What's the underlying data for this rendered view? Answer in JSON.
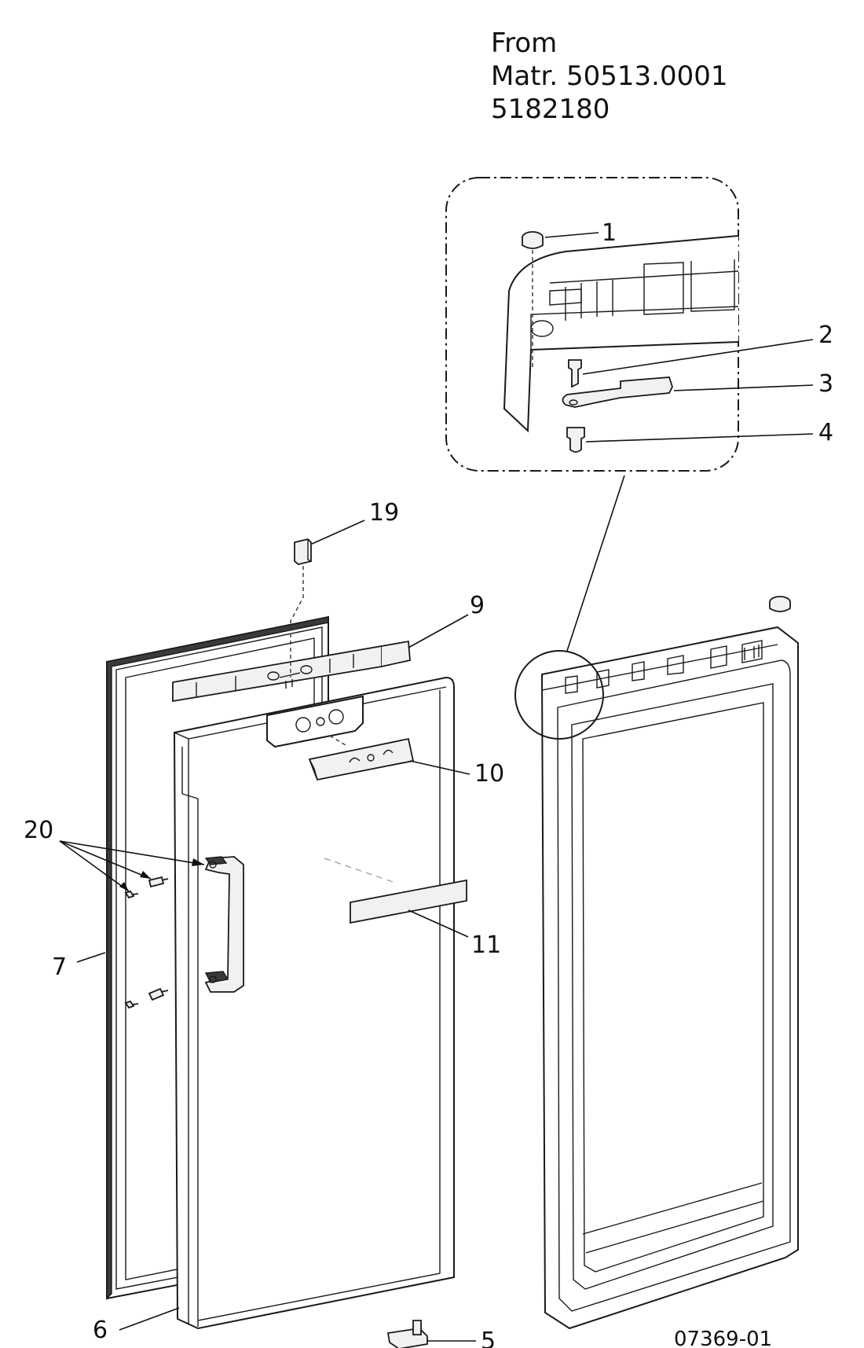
{
  "header_note": {
    "line1": "From",
    "line2": "Matr. 50513.0001",
    "line3": "5182180"
  },
  "callouts": {
    "c1": "1",
    "c2": "2",
    "c3": "3",
    "c4": "4",
    "c5": "5",
    "c6": "6",
    "c7": "7",
    "c9": "9",
    "c10": "10",
    "c11": "11",
    "c19": "19",
    "c20": "20"
  },
  "drawing_code": "07369-01"
}
